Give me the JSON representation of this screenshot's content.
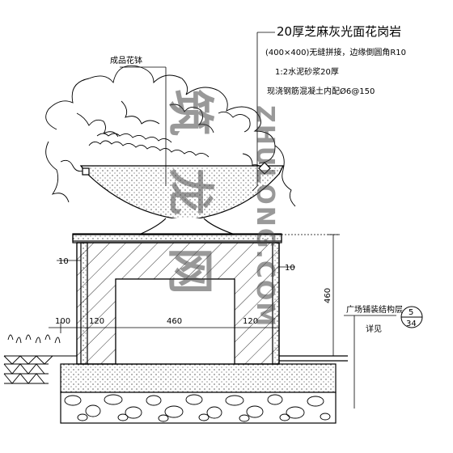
{
  "title_label": "成品花钵",
  "notes": [
    "20厚芝麻灰光面花岗岩",
    "(400×400)无缝拼接，边缘倒圆角R10",
    "1:2水泥砂浆20厚",
    "现浇钢筋混凝土内配Ø6@150"
  ],
  "dimensions": {
    "left_offset_top": "10",
    "right_offset_top": "10",
    "height": "460",
    "left_edge": "100",
    "left_wall": "120",
    "inner_width": "460",
    "right_wall": "120"
  },
  "callout": {
    "label_line1": "广场铺装结构层",
    "label_line2": "详见",
    "ref_top": "5",
    "ref_bottom": "34"
  },
  "watermark": {
    "cn": "筑龙网",
    "en": "ZHULONG.COM"
  }
}
